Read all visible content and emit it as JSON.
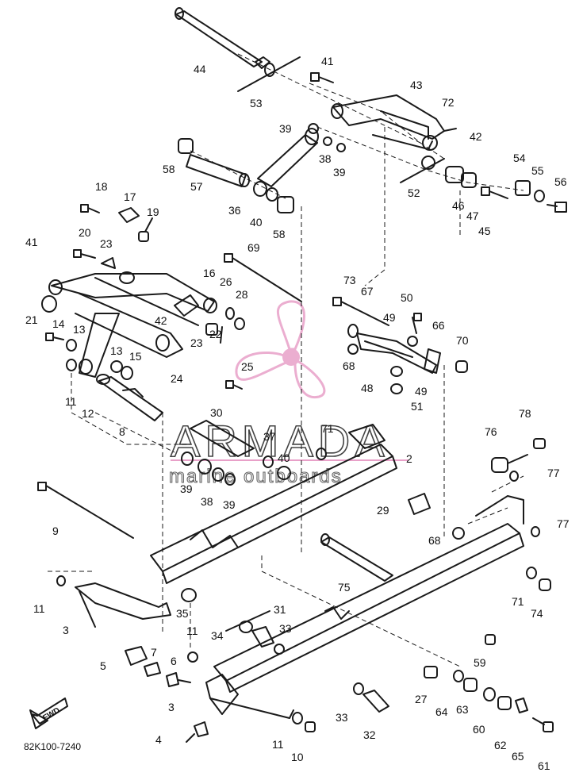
{
  "diagram_code": "82K100-7240",
  "watermark": {
    "title": "ARMADA",
    "subtitle": "marine outboards",
    "accent": "#e8a0c8"
  },
  "fwd_label": "FWD",
  "callouts": [
    "44",
    "53",
    "41",
    "43",
    "72",
    "39",
    "38",
    "39",
    "42",
    "58",
    "57",
    "36",
    "40",
    "58",
    "52",
    "46",
    "47",
    "45",
    "54",
    "55",
    "56",
    "18",
    "17",
    "19",
    "20",
    "23",
    "41",
    "16",
    "26",
    "28",
    "69",
    "73",
    "67",
    "50",
    "49",
    "66",
    "70",
    "21",
    "14",
    "13",
    "42",
    "23",
    "22",
    "13",
    "15",
    "68",
    "48",
    "49",
    "51",
    "11",
    "12",
    "24",
    "25",
    "8",
    "30",
    "37",
    "71",
    "40",
    "2",
    "76",
    "78",
    "77",
    "39",
    "38",
    "39",
    "29",
    "77",
    "9",
    "68",
    "75",
    "11",
    "35",
    "71",
    "74",
    "3",
    "31",
    "33",
    "34",
    "11",
    "59",
    "5",
    "7",
    "6",
    "27",
    "64",
    "63",
    "60",
    "62",
    "65",
    "3",
    "33",
    "32",
    "4",
    "11",
    "10",
    "61"
  ]
}
